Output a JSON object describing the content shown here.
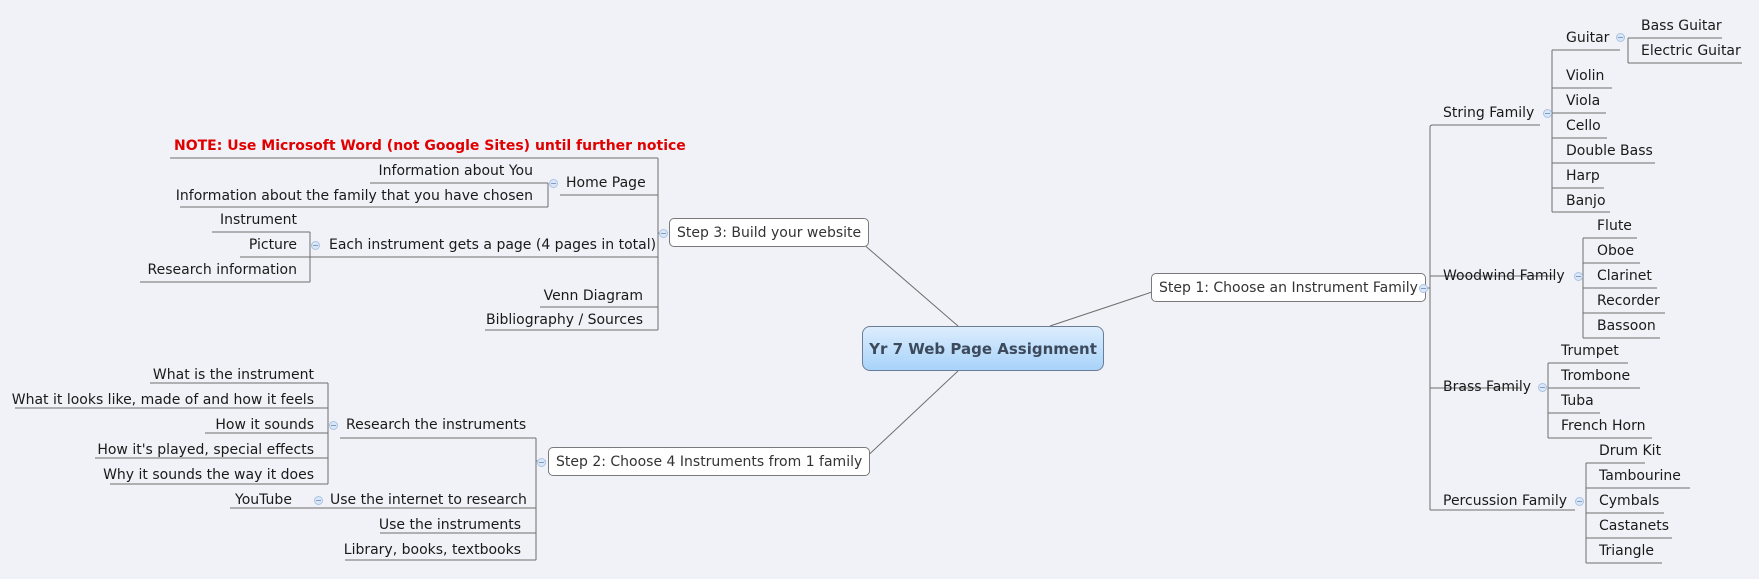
{
  "central": "Yr 7 Web Page Assignment",
  "step1": {
    "label": "Step 1: Choose an Instrument Family",
    "families": [
      {
        "label": "String Family",
        "children": [
          "Guitar",
          "Violin",
          "Viola",
          "Cello",
          "Double Bass",
          "Harp",
          "Banjo"
        ],
        "guitar_children": [
          "Bass Guitar",
          "Electric Guitar"
        ]
      },
      {
        "label": "Woodwind Family",
        "children": [
          "Flute",
          "Oboe",
          "Clarinet",
          "Recorder",
          "Bassoon"
        ]
      },
      {
        "label": "Brass Family",
        "children": [
          "Trumpet",
          "Trombone",
          "Tuba",
          "French Horn"
        ]
      },
      {
        "label": "Percussion Family",
        "children": [
          "Drum Kit",
          "Tambourine",
          "Cymbals",
          "Castanets",
          "Triangle"
        ]
      }
    ]
  },
  "step2": {
    "label": "Step 2: Choose 4 Instruments from 1 family",
    "research": {
      "label": "Research the instruments",
      "children": [
        "What is the instrument",
        "What it looks like, made of and how it feels",
        "How it sounds",
        "How it's played, special effects",
        "Why it sounds the way it does"
      ]
    },
    "internet": {
      "label": "Use the internet to research",
      "children": [
        "YouTube"
      ]
    },
    "use": "Use the instruments",
    "library": "Library, books, textbooks"
  },
  "step3": {
    "label": "Step 3: Build your website",
    "note": "NOTE: Use Microsoft Word (not Google Sites) until further notice",
    "home": {
      "label": "Home Page",
      "children": [
        "Information about You",
        "Information about the family that you have chosen"
      ]
    },
    "pages": {
      "label": "Each instrument gets a page (4 pages in total)",
      "children": [
        "Instrument",
        "Picture",
        "Research information"
      ]
    },
    "venn": "Venn Diagram",
    "bib": "Bibliography / Sources"
  }
}
